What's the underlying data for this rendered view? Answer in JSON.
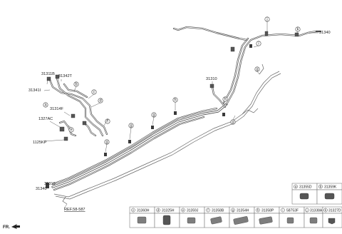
{
  "part_labels": [
    {
      "id": "p31311B",
      "text": "31311B"
    },
    {
      "id": "p31342T",
      "text": "31342T"
    },
    {
      "id": "p31341I",
      "text": "31341I"
    },
    {
      "id": "p31314F",
      "text": "31314F"
    },
    {
      "id": "p1327AC",
      "text": "1327AC"
    },
    {
      "id": "p1125KP",
      "text": "1125KP"
    },
    {
      "id": "p31310a",
      "text": "31310"
    },
    {
      "id": "p31310b",
      "text": "31310"
    },
    {
      "id": "p31340a",
      "text": "31340"
    },
    {
      "id": "p31340b",
      "text": "31340"
    }
  ],
  "reference": "REF.58-587",
  "corner_label": "FR.",
  "callouts": [
    "a",
    "b",
    "c",
    "d",
    "e",
    "f",
    "g",
    "g",
    "g",
    "g",
    "g",
    "h",
    "h",
    "i",
    "j",
    "k"
  ],
  "legend": [
    {
      "letter": "a",
      "part": "31355D"
    },
    {
      "letter": "b",
      "part": "31359K"
    },
    {
      "letter": "c",
      "part": "31360H"
    },
    {
      "letter": "d",
      "part": "31325H"
    },
    {
      "letter": "e",
      "part": "31359J"
    },
    {
      "letter": "f",
      "part": "31358B"
    },
    {
      "letter": "g",
      "part": "31354H"
    },
    {
      "letter": "h",
      "part": "31358P"
    },
    {
      "letter": "i",
      "part": "58753F"
    },
    {
      "letter": "j",
      "part": "31338A"
    },
    {
      "letter": "k",
      "part": "31327D"
    }
  ]
}
